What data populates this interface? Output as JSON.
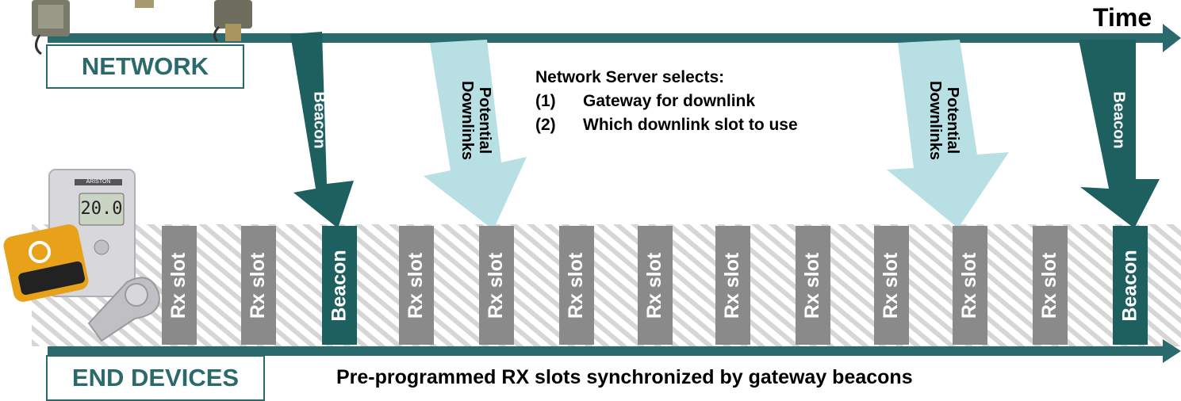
{
  "time_label": "Time",
  "network_label": "NETWORK",
  "end_devices_label": "END DEVICES",
  "bottom_caption": "Pre-programmed RX slots synchronized by gateway beacons",
  "server_note": {
    "heading": "Network Server selects:",
    "item1_num": "(1)",
    "item1_text": "Gateway for downlink",
    "item2_num": "(2)",
    "item2_text": "Which downlink slot to use"
  },
  "arrows": {
    "beacon_left": "Beacon",
    "downlink_left_1": "Potential",
    "downlink_left_2": "Downlinks",
    "downlink_right_1": "Potential",
    "downlink_right_2": "Downlinks",
    "beacon_right": "Beacon"
  },
  "slots": [
    {
      "label": "Rx slot",
      "type": "rx"
    },
    {
      "label": "Rx slot",
      "type": "rx"
    },
    {
      "label": "Beacon",
      "type": "beacon"
    },
    {
      "label": "Rx slot",
      "type": "rx"
    },
    {
      "label": "Rx slot",
      "type": "rx"
    },
    {
      "label": "Rx slot",
      "type": "rx"
    },
    {
      "label": "Rx slot",
      "type": "rx"
    },
    {
      "label": "Rx slot",
      "type": "rx"
    },
    {
      "label": "Rx slot",
      "type": "rx"
    },
    {
      "label": "Rx slot",
      "type": "rx"
    },
    {
      "label": "Rx slot",
      "type": "rx"
    },
    {
      "label": "Rx slot",
      "type": "rx"
    },
    {
      "label": "Beacon",
      "type": "beacon"
    }
  ],
  "device_display": "20.0",
  "device_brand": "ARISTON",
  "colors": {
    "teal": "#2a6a6c",
    "dark_teal": "#1e5f60",
    "light_blue": "#b8dfe3",
    "slot_gray": "#8a8a8a"
  }
}
